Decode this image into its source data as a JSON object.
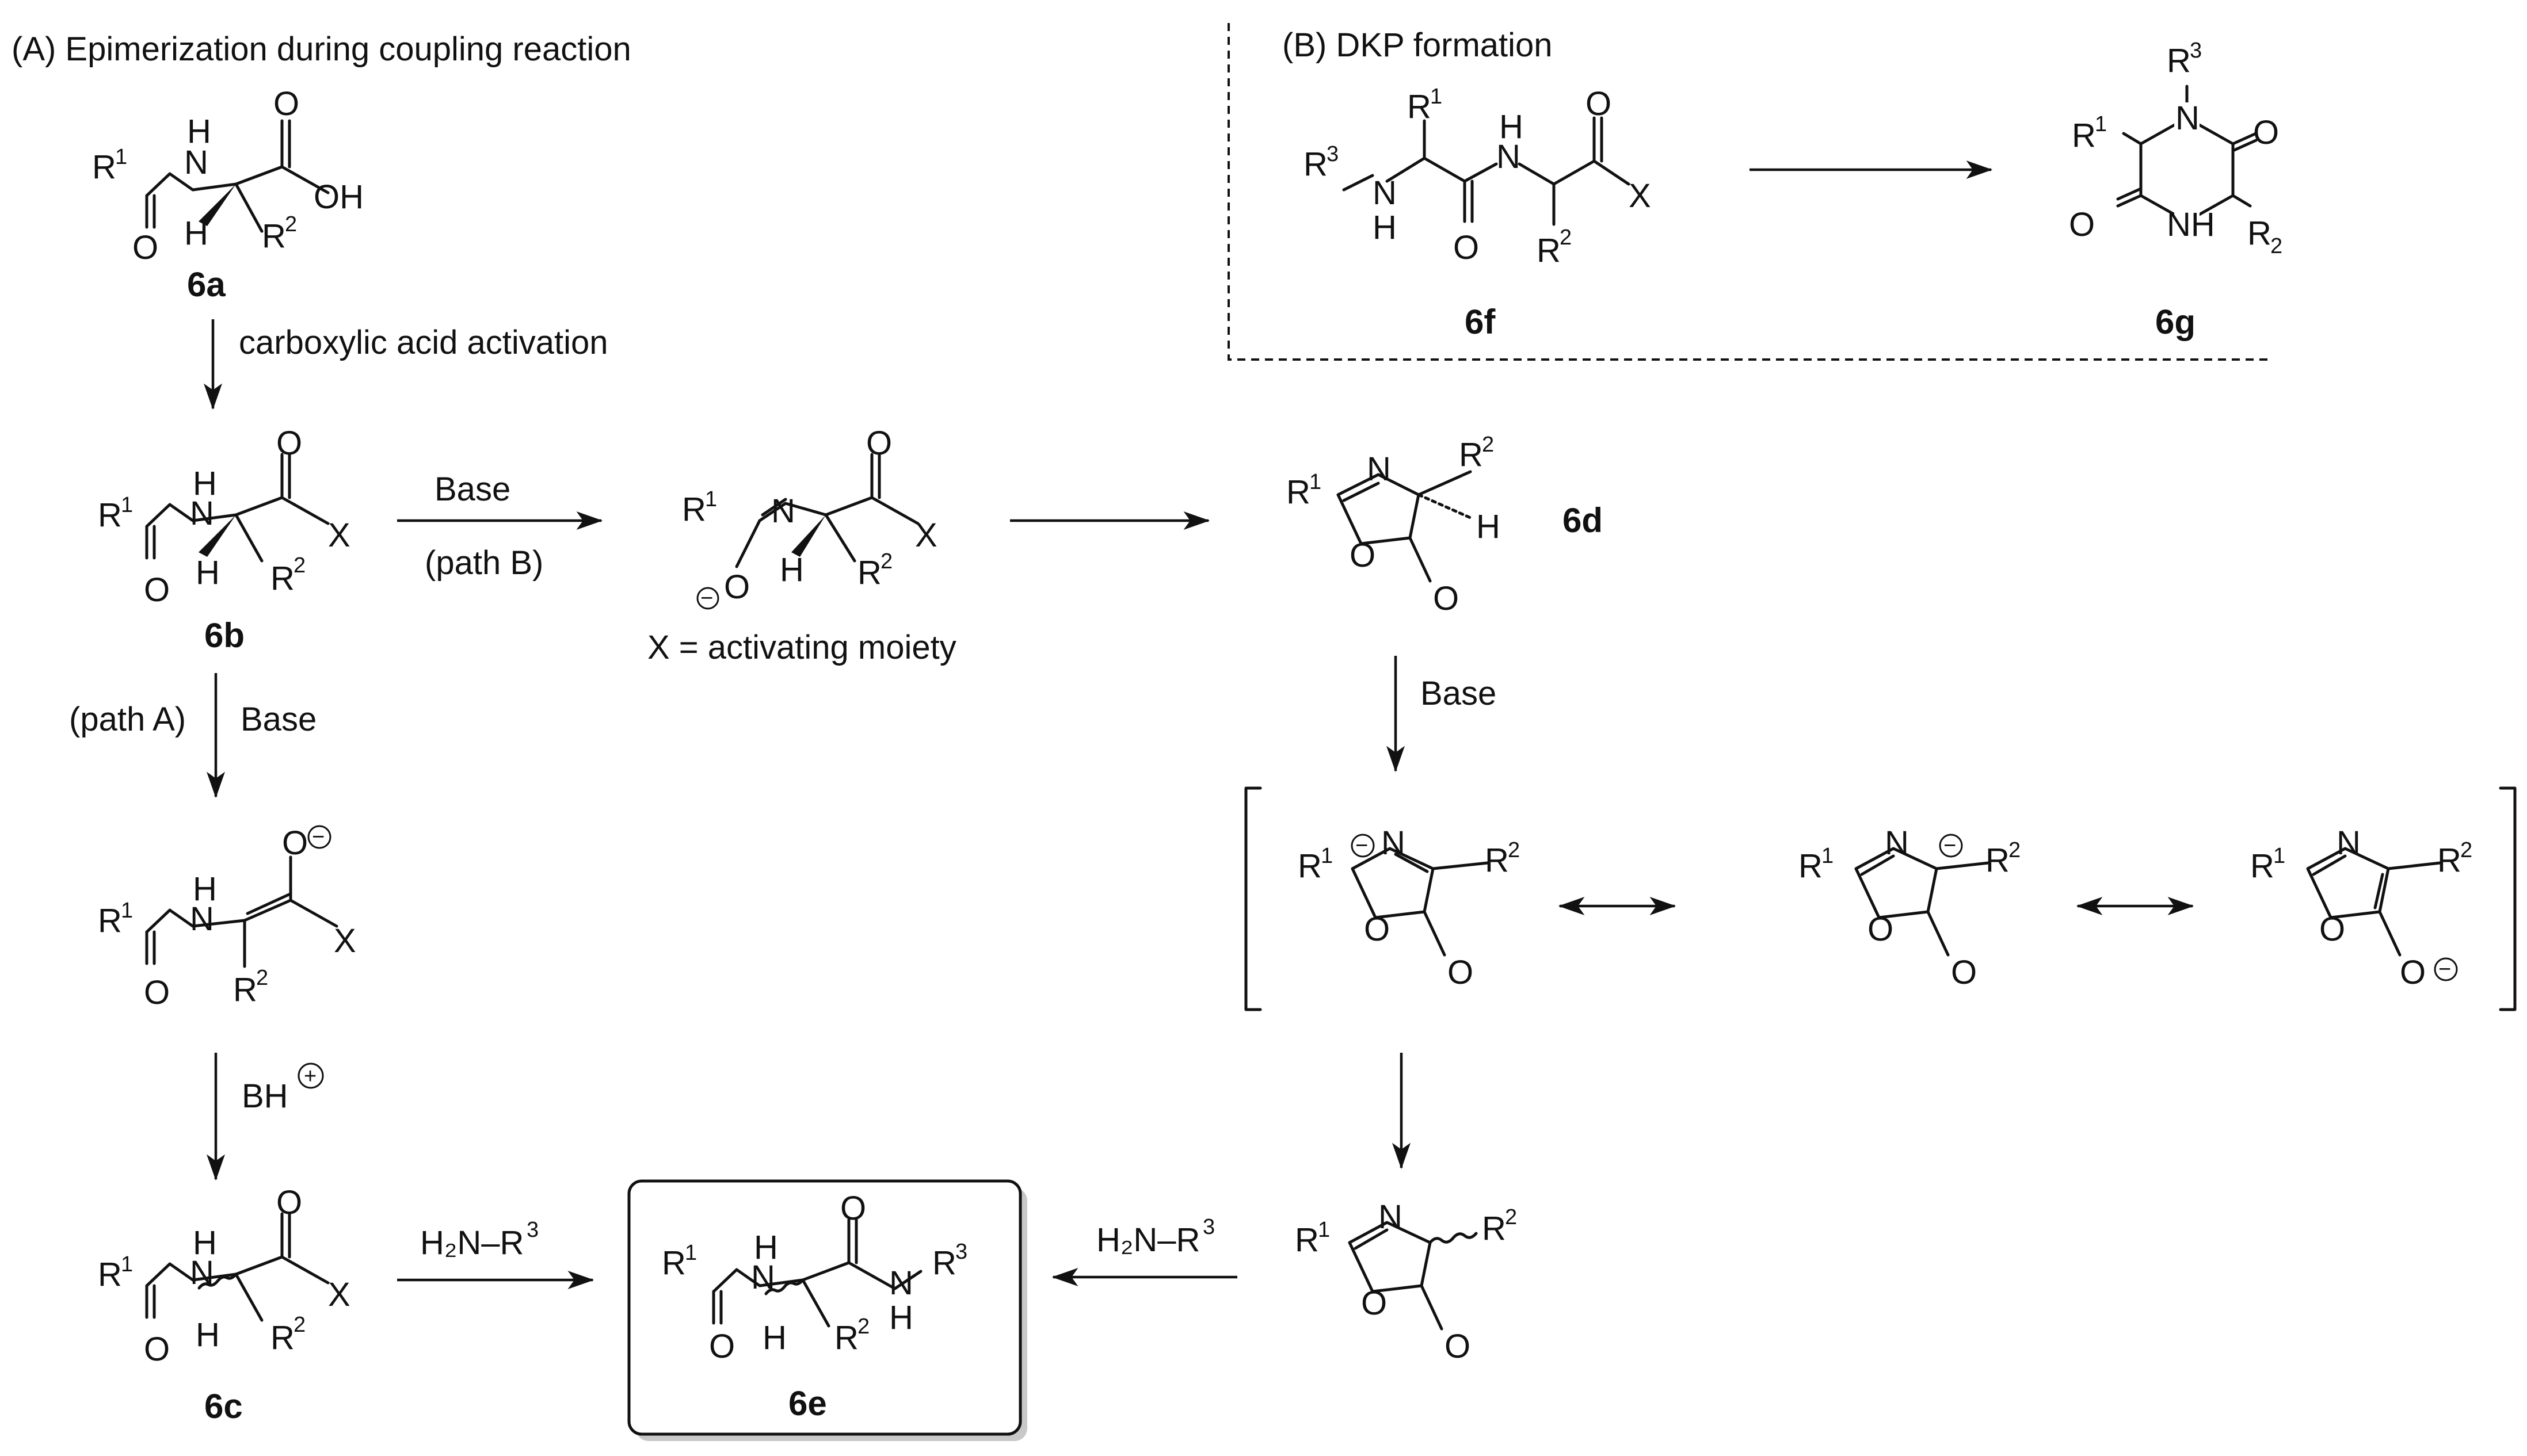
{
  "section_a": {
    "title": "(A) Epimerization during coupling reaction"
  },
  "section_b": {
    "title": "(B) DKP formation"
  },
  "compounds": {
    "c6a": "6a",
    "c6b": "6b",
    "c6c": "6c",
    "c6d": "6d",
    "c6e": "6e",
    "c6f": "6f",
    "c6g": "6g"
  },
  "atoms": {
    "R": "R",
    "N": "N",
    "H": "H",
    "O": "O",
    "X": "X",
    "OH": "OH",
    "NH": "NH",
    "BH": "BH",
    "s1": "1",
    "s2": "2",
    "s3": "3",
    "s2b": "2"
  },
  "charges": {
    "minus": "−",
    "plus": "+"
  },
  "reagents": {
    "r1": "carboxylic acid activation",
    "r2_top": "Base",
    "r2_bottom": "(path B)",
    "r3_left": "(path A)",
    "r3_right": "Base",
    "r4": "Base",
    "r5": "BH",
    "r6": "H₂N–R",
    "r6_sup": "3",
    "note_x": "X = activating moiety"
  }
}
